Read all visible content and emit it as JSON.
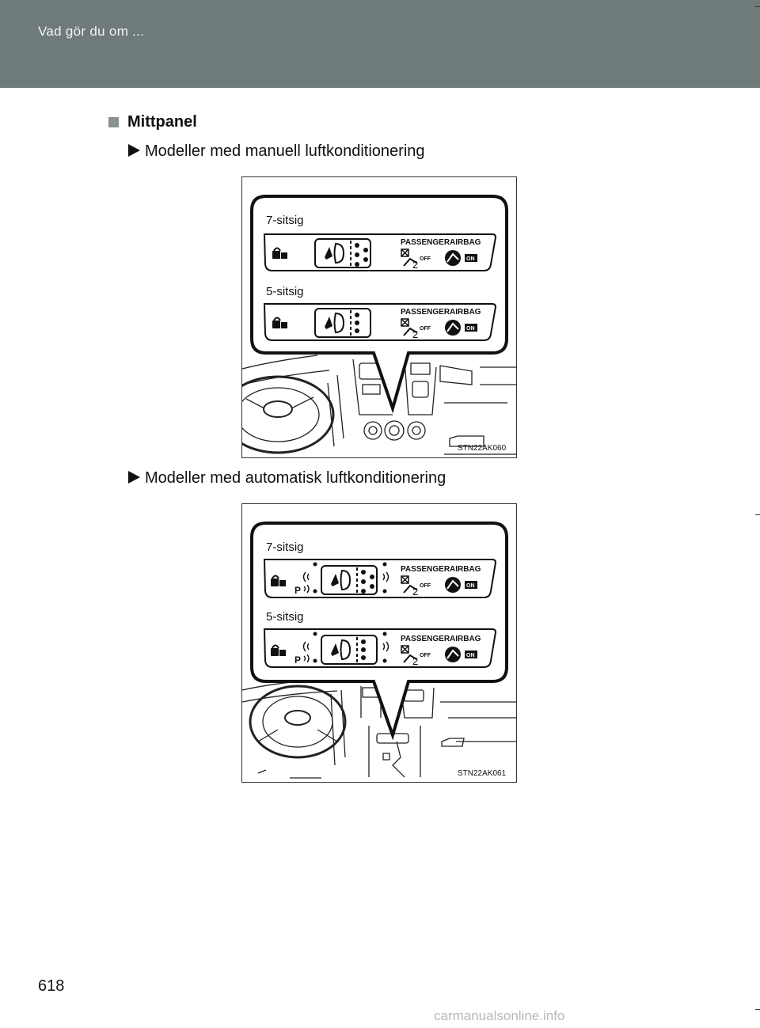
{
  "header": {
    "title": "Vad gör du om ..."
  },
  "section": {
    "title": "Mittpanel"
  },
  "figures": [
    {
      "heading": "Modeller med manuell luftkonditionering",
      "label_top": "7-sitsig",
      "label_bottom": "5-sitsig",
      "passenger_label": "PASSENGER",
      "airbag_label": "AIRBAG",
      "off_label": "OFF",
      "on_label": "ON",
      "two_label": "2",
      "code": "STN22AK060"
    },
    {
      "heading": "Modeller med automatisk luftkonditionering",
      "label_top": "7-sitsig",
      "label_bottom": "5-sitsig",
      "passenger_label": "PASSENGER",
      "airbag_label": "AIRBAG",
      "off_label": "OFF",
      "on_label": "ON",
      "two_label": "2",
      "park_label": "P",
      "code": "STN22AK061"
    }
  ],
  "page": {
    "number": "618"
  },
  "watermark": "carmanualsonline.info"
}
